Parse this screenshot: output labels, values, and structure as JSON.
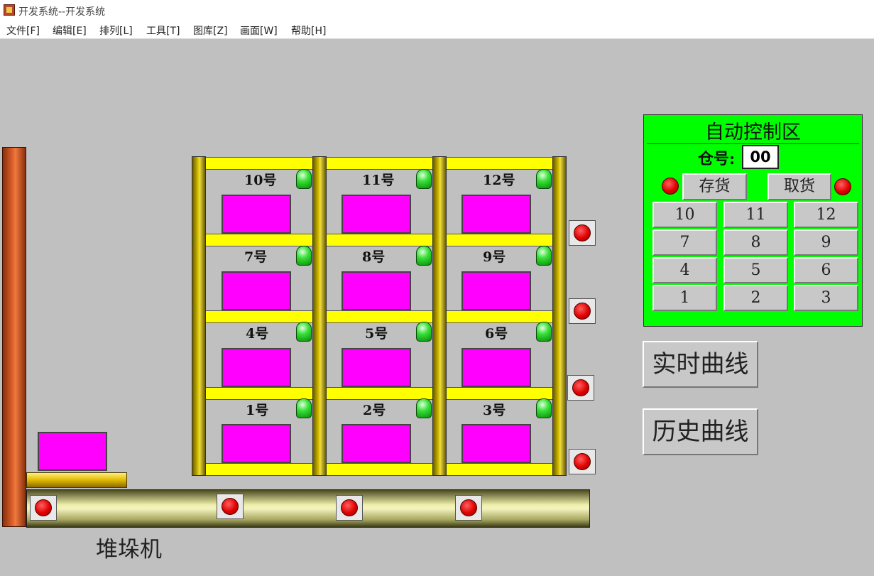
{
  "window": {
    "title": "开发系统--开发系统"
  },
  "menu": [
    "文件[F]",
    "编辑[E]",
    "排列[L]",
    "工具[T]",
    "图库[Z]",
    "画面[W]",
    "帮助[H]"
  ],
  "stacker": {
    "label": "堆垛机"
  },
  "rack": {
    "slots": [
      "10号",
      "11号",
      "12号",
      "7号",
      "8号",
      "9号",
      "4号",
      "5号",
      "6号",
      "1号",
      "2号",
      "3号"
    ]
  },
  "panel": {
    "title": "自动控制区",
    "warehouse_label": "仓号:",
    "warehouse_value": "00",
    "store_button": "存货",
    "retrieve_button": "取货",
    "keypad": [
      "10",
      "11",
      "12",
      "7",
      "8",
      "9",
      "4",
      "5",
      "6",
      "1",
      "2",
      "3"
    ]
  },
  "realtime_button": "实时曲线",
  "history_button": "历史曲线",
  "colors": {
    "background": "#c0c0c0",
    "panel": "#00ff00",
    "shelf": "#ffff00",
    "cargo": "#ff00ff",
    "indicator_red": "#e00000",
    "indicator_green": "#38e038"
  }
}
